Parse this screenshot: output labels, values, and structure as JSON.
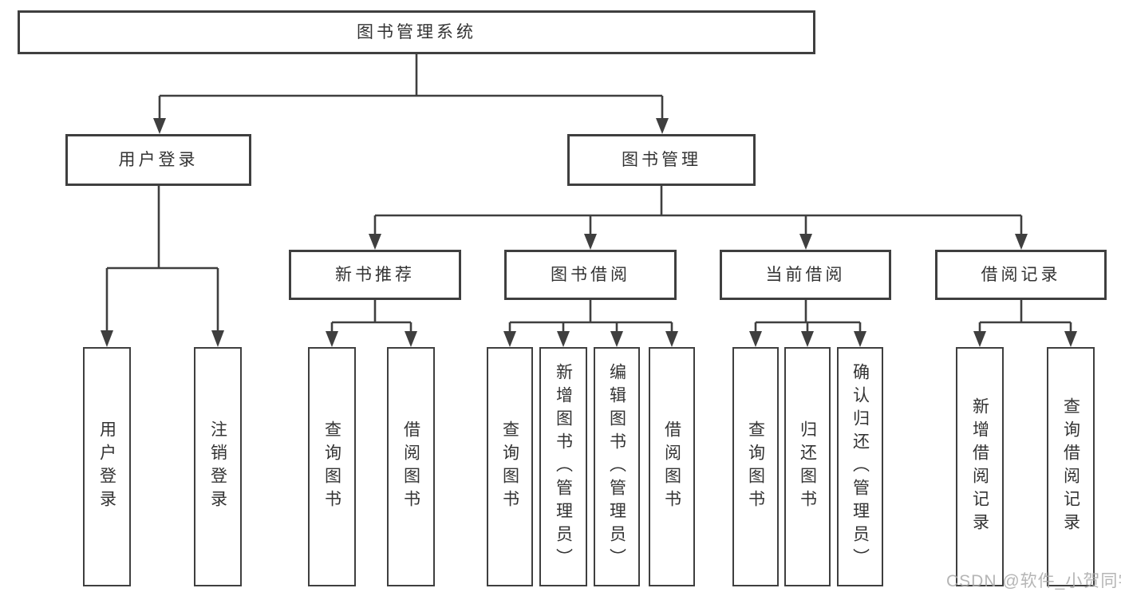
{
  "tree": {
    "root": "图书管理系统",
    "children": [
      {
        "label": "用户登录",
        "children": [
          {
            "label": "用户登录"
          },
          {
            "label": "注销登录"
          }
        ]
      },
      {
        "label": "图书管理",
        "children": [
          {
            "label": "新书推荐",
            "children": [
              {
                "label": "查询图书"
              },
              {
                "label": "借阅图书"
              }
            ]
          },
          {
            "label": "图书借阅",
            "children": [
              {
                "label": "查询图书"
              },
              {
                "label": "新增图书（管理员）"
              },
              {
                "label": "编辑图书（管理员）"
              },
              {
                "label": "借阅图书"
              }
            ]
          },
          {
            "label": "当前借阅",
            "children": [
              {
                "label": "查询图书"
              },
              {
                "label": "归还图书"
              },
              {
                "label": "确认归还（管理员）"
              }
            ]
          },
          {
            "label": "借阅记录",
            "children": [
              {
                "label": "新增借阅记录"
              },
              {
                "label": "查询借阅记录"
              }
            ]
          }
        ]
      }
    ]
  },
  "watermark": "CSDN @软件_小贺同学",
  "colors": {
    "line": "#3f3f3f",
    "text": "#333333",
    "background": "#ffffff",
    "watermark": "#a9a9a9"
  }
}
